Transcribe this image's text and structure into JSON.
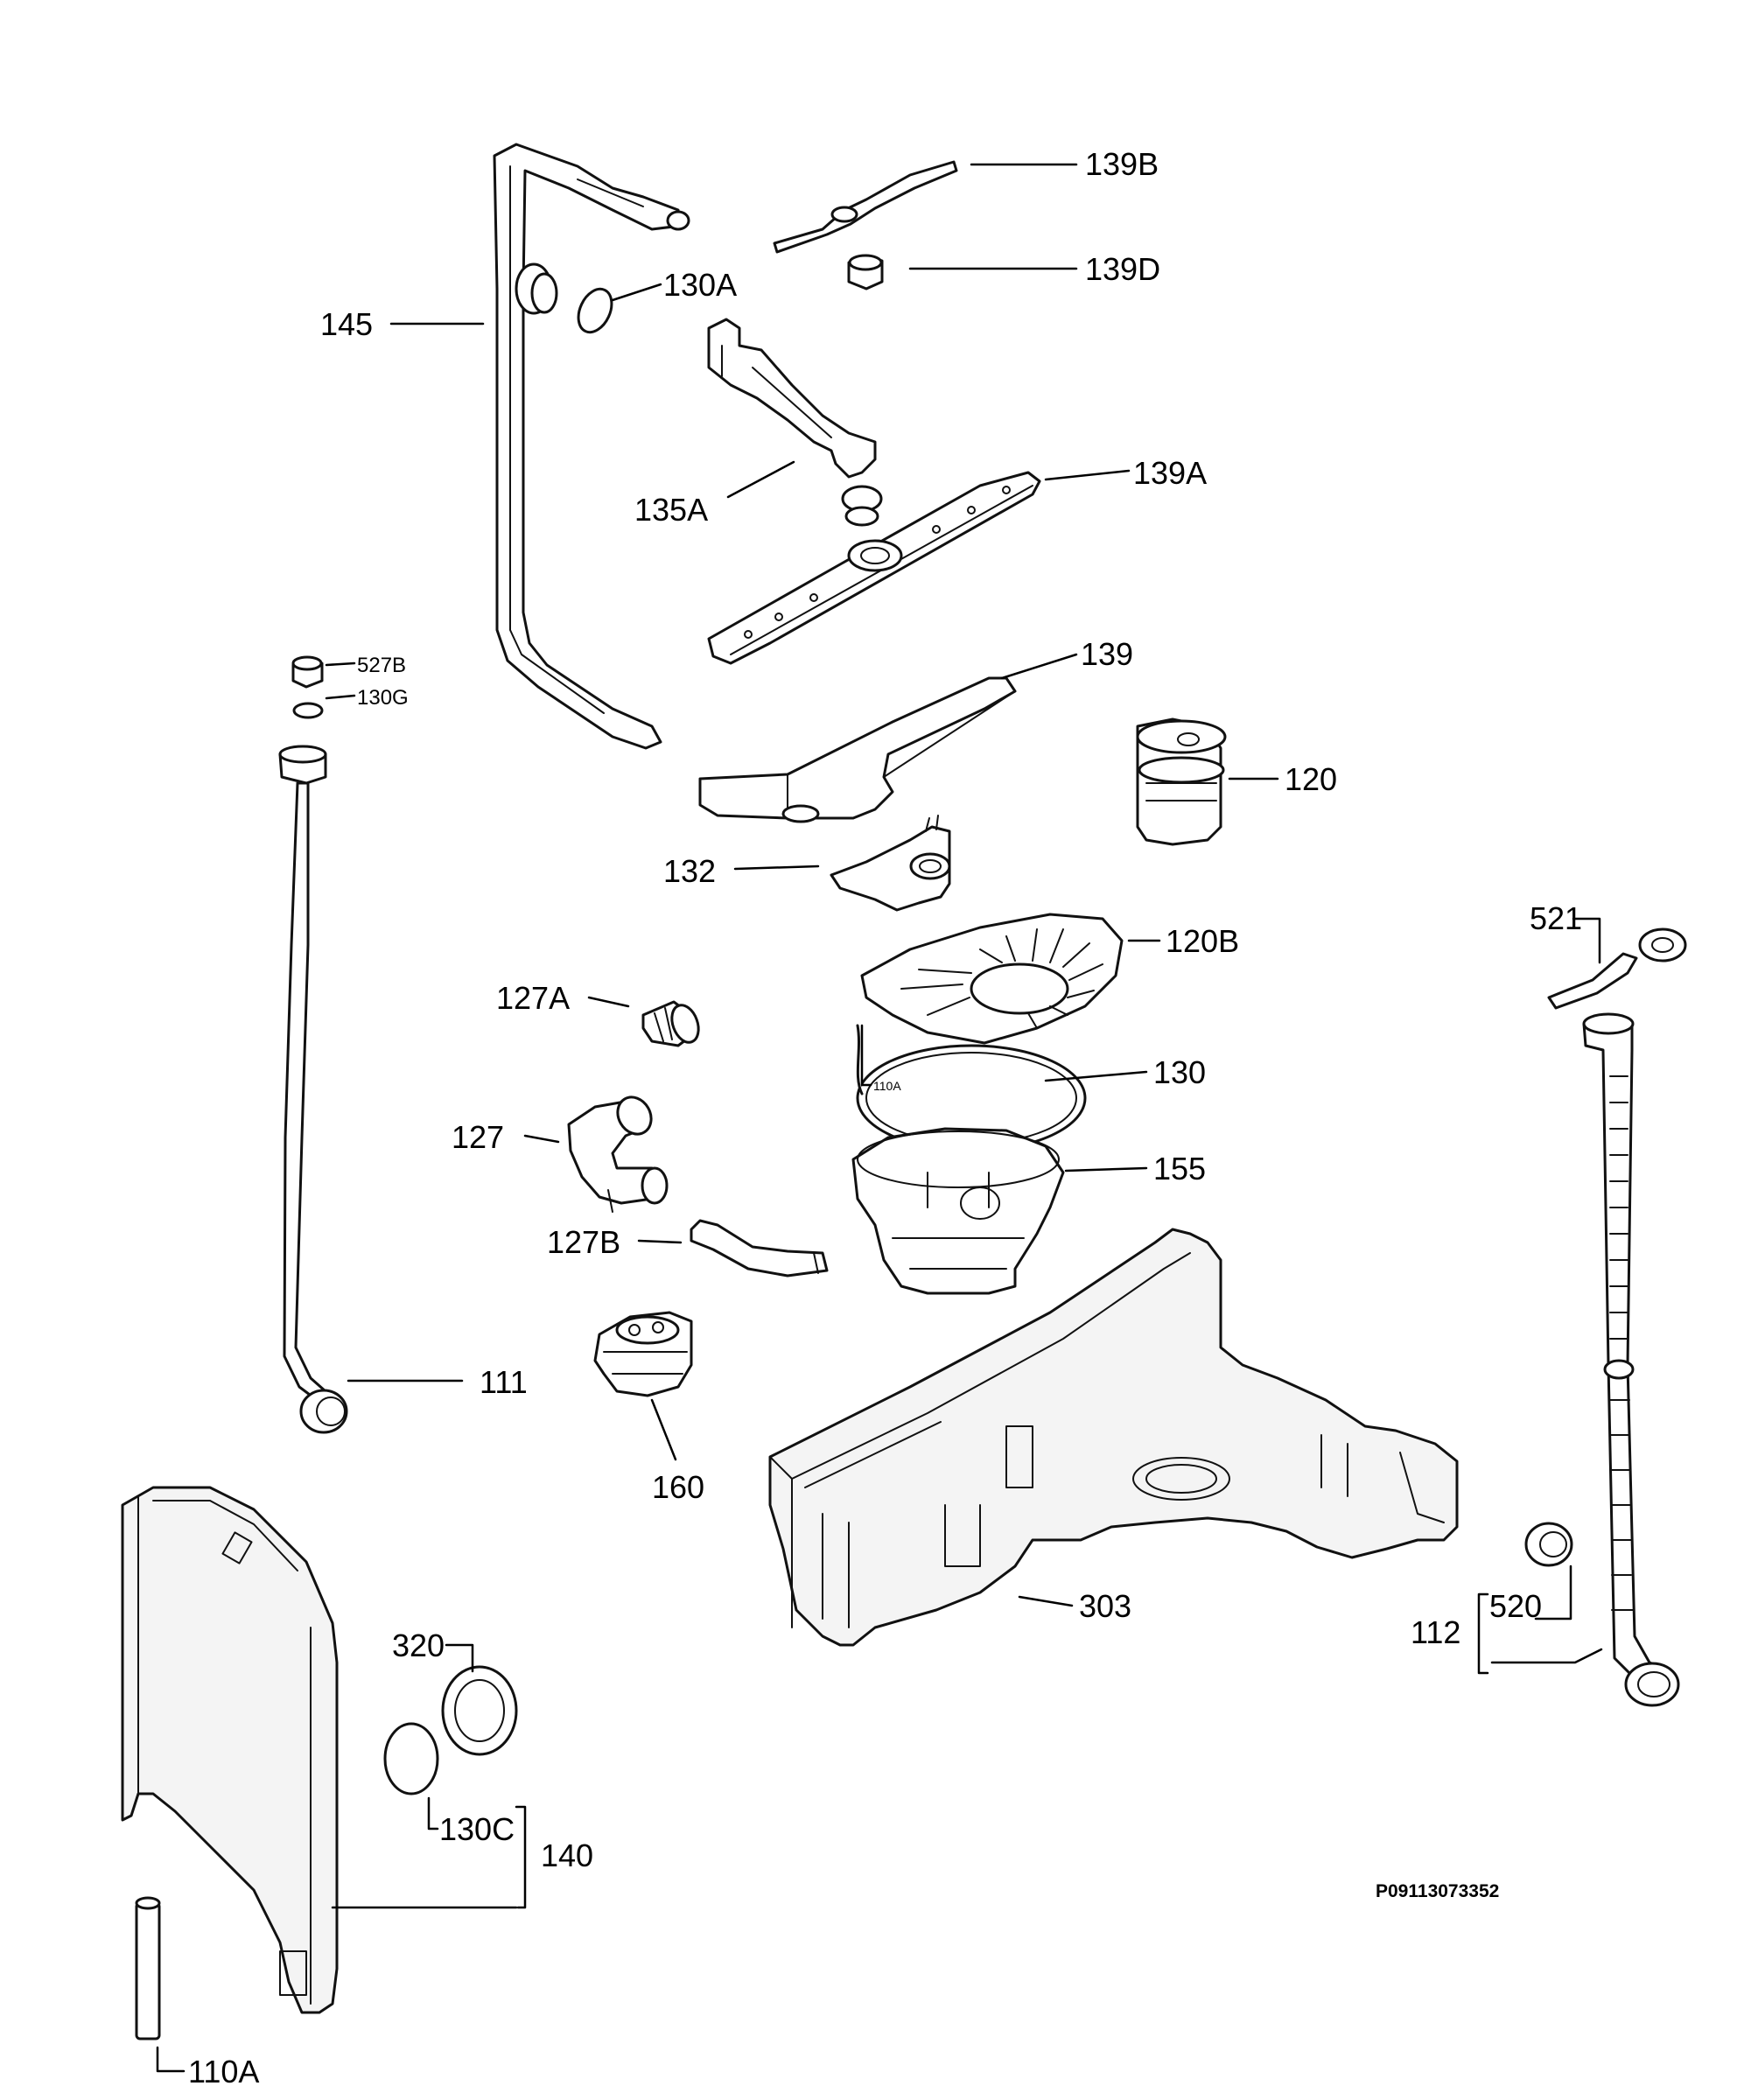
{
  "diagram": {
    "reference_code": "P09113073352",
    "labels": {
      "p139B": "139B",
      "p139D": "139D",
      "p130A": "130A",
      "p145": "145",
      "p135A": "135A",
      "p139A": "139A",
      "p527B": "527B",
      "p130G": "130G",
      "p139": "139",
      "p120": "120",
      "p132": "132",
      "p521": "521",
      "p120B": "120B",
      "p127A": "127A",
      "p110A_small": "110A",
      "p130": "130",
      "p127": "127",
      "p155": "155",
      "p127B": "127B",
      "p111": "111",
      "p160": "160",
      "p303": "303",
      "p320": "320",
      "p520": "520",
      "p112": "112",
      "p130C": "130C",
      "p140": "140",
      "p110A": "110A"
    }
  }
}
